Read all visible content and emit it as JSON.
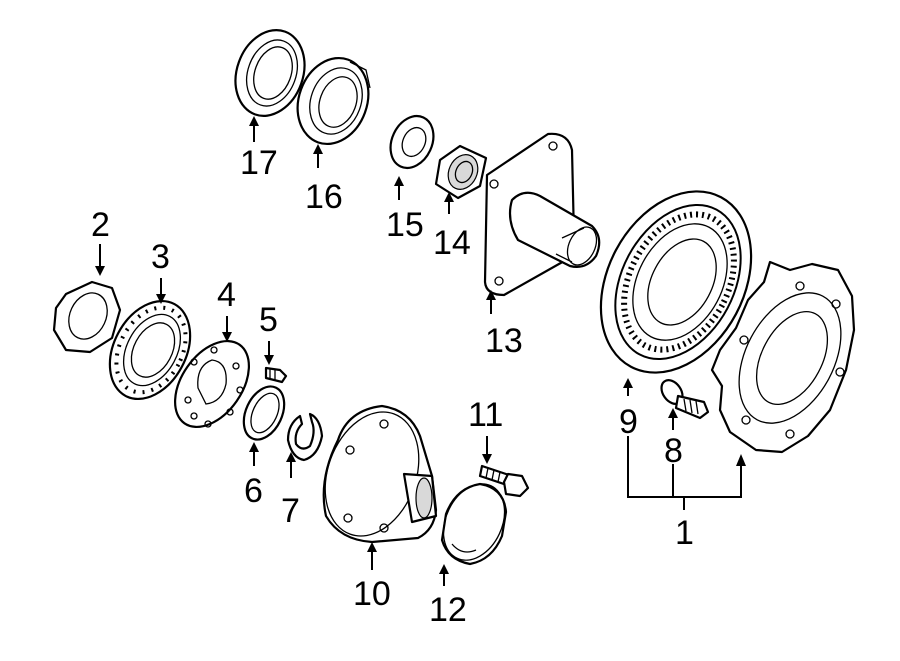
{
  "diagram": {
    "callouts": [
      {
        "id": "p1",
        "text": "1"
      },
      {
        "id": "p2",
        "text": "2"
      },
      {
        "id": "p3",
        "text": "3"
      },
      {
        "id": "p4",
        "text": "4"
      },
      {
        "id": "p5",
        "text": "5"
      },
      {
        "id": "p6",
        "text": "6"
      },
      {
        "id": "p7",
        "text": "7"
      },
      {
        "id": "p8",
        "text": "8"
      },
      {
        "id": "p9",
        "text": "9"
      },
      {
        "id": "p10",
        "text": "10"
      },
      {
        "id": "p11",
        "text": "11"
      },
      {
        "id": "p12",
        "text": "12"
      },
      {
        "id": "p13",
        "text": "13"
      },
      {
        "id": "p14",
        "text": "14"
      },
      {
        "id": "p15",
        "text": "15"
      },
      {
        "id": "p16",
        "text": "16"
      },
      {
        "id": "p17",
        "text": "17"
      }
    ],
    "colors": {
      "line": "#000000",
      "background": "#ffffff",
      "shade": "#d9d9d9"
    }
  }
}
